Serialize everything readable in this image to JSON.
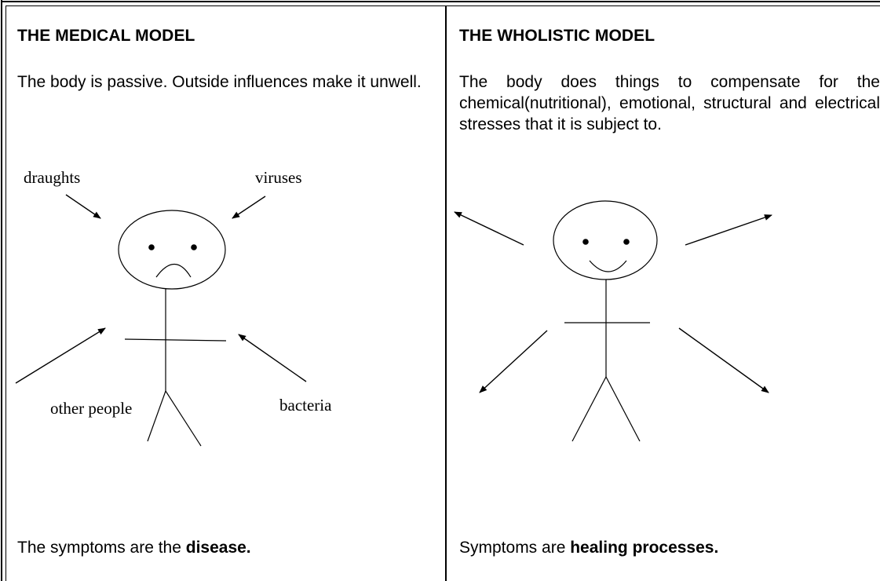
{
  "medical": {
    "title": "THE MEDICAL MODEL",
    "description": "The body is passive.  Outside influences make it unwell.",
    "labels": {
      "top_left": "draughts",
      "top_right": "viruses",
      "bottom_left": "other people",
      "bottom_right": "bacteria"
    },
    "conclusion_prefix": "The symptoms are the ",
    "conclusion_bold": "disease."
  },
  "wholistic": {
    "title": "THE WHOLISTIC MODEL",
    "description": "The body does things to compensate for the chemical(nutritional), emotional, structural and electrical stresses that it is subject to.",
    "conclusion_prefix": "Symptoms are ",
    "conclusion_bold": "healing processes."
  }
}
